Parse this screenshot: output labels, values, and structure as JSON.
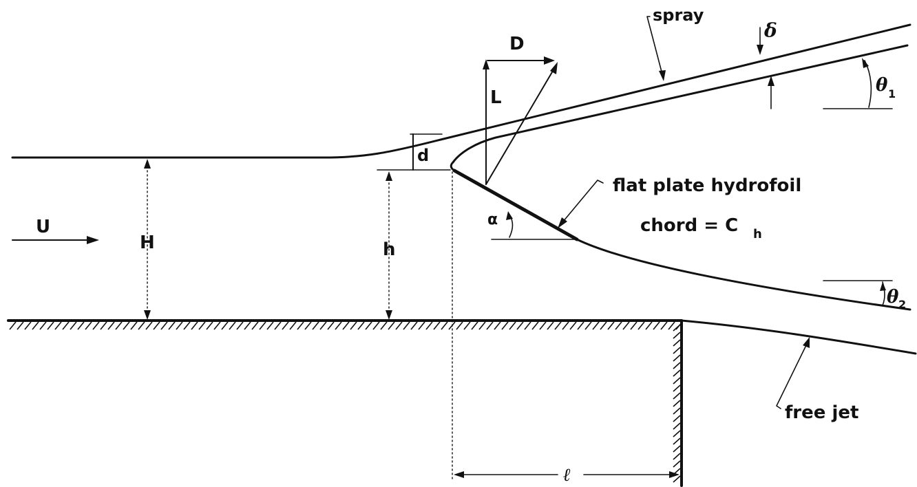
{
  "figure": {
    "labels": {
      "spray": "spray",
      "delta": "δ",
      "theta1": "θ",
      "theta1_sub": "1",
      "D": "D",
      "L": "L",
      "d": "d",
      "hydrofoil_line1": "flat plate hydrofoil",
      "hydrofoil_line2": "chord = C",
      "hydrofoil_sub": "h",
      "alpha": "α",
      "U": "U",
      "H": "H",
      "h": "h",
      "theta2": "θ",
      "theta2_sub": "2",
      "free_jet": "free jet",
      "ell": "ℓ"
    },
    "colors": {
      "ink": "#111111",
      "background": "#ffffff"
    }
  }
}
